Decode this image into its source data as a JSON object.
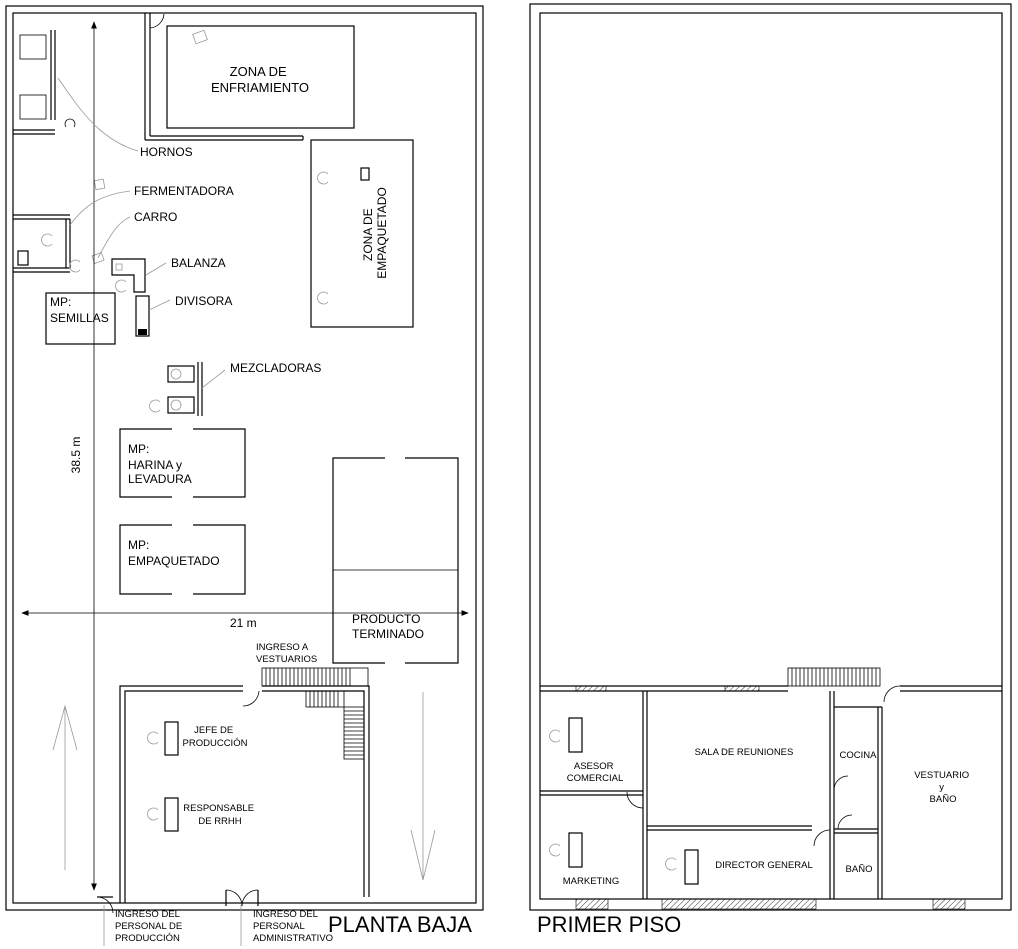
{
  "floors": {
    "ground_title": "PLANTA BAJA",
    "first_title": "PRIMER PISO"
  },
  "dimensions": {
    "length": "38.5 m",
    "width": "21 m"
  },
  "ground": {
    "zona_enfriamiento": [
      "ZONA DE",
      "ENFRIAMIENTO"
    ],
    "zona_empaquetado": [
      "ZONA DE",
      "EMPAQUETADO"
    ],
    "hornos": "HORNOS",
    "fermentadora": "FERMENTADORA",
    "carro": "CARRO",
    "balanza": "BALANZA",
    "divisora": "DIVISORA",
    "mezcladoras": "MEZCLADORAS",
    "mp_semillas": [
      "MP:",
      "SEMILLAS"
    ],
    "mp_harina": [
      "MP:",
      "HARINA y",
      "LEVADURA"
    ],
    "mp_empaquetado": [
      "MP:",
      "EMPAQUETADO"
    ],
    "producto_terminado": [
      "PRODUCTO",
      "TERMINADO"
    ],
    "ingreso_vestuarios": [
      "INGRESO A",
      "VESTUARIOS"
    ],
    "jefe_produccion": [
      "JEFE DE",
      "PRODUCCIÓN"
    ],
    "responsable_rrhh": [
      "RESPONSABLE",
      "DE RRHH"
    ],
    "ingreso_produccion": [
      "INGRESO DEL",
      "PERSONAL DE",
      "PRODUCCIÓN"
    ],
    "ingreso_administrativo": [
      "INGRESO DEL",
      "PERSONAL",
      "ADMINISTRATIVO"
    ]
  },
  "first": {
    "asesor_comercial": [
      "ASESOR",
      "COMERCIAL"
    ],
    "sala_reuniones": "SALA DE REUNIONES",
    "cocina": "COCINA",
    "vestuario_bano": [
      "VESTUARIO",
      "y",
      "BAÑO"
    ],
    "marketing": "MARKETING",
    "director_general": "DIRECTOR GENERAL",
    "bano": "BAÑO"
  }
}
